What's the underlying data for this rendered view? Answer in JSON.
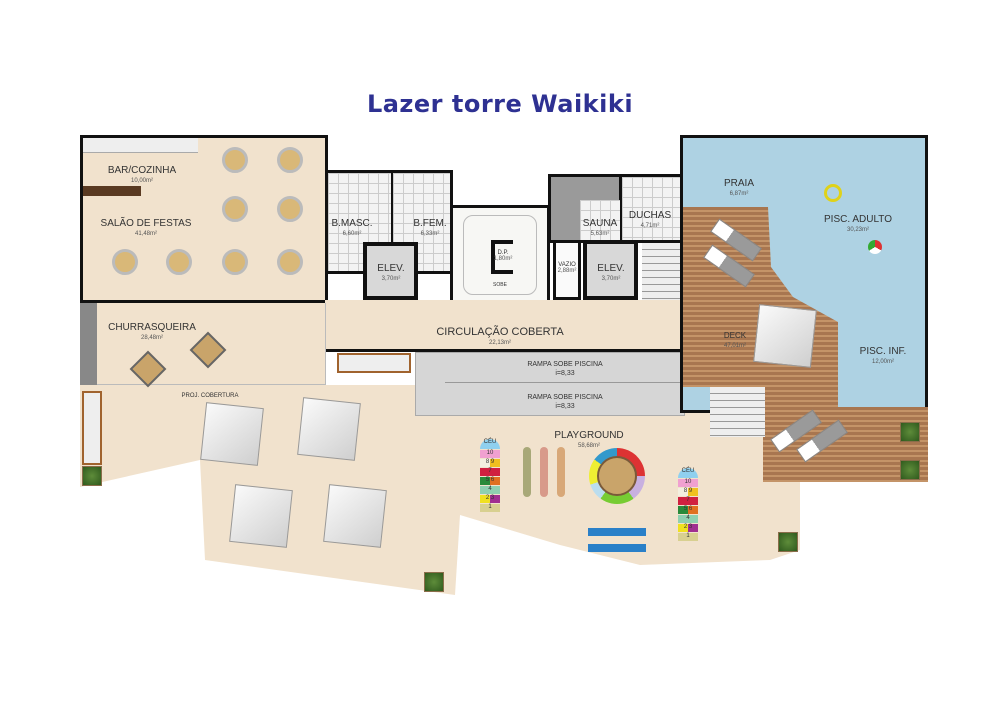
{
  "title": "Lazer torre Waikiki",
  "rooms": {
    "bar": {
      "name": "BAR/COZINHA",
      "area": "10,00m²"
    },
    "salao": {
      "name": "SALÃO DE FESTAS",
      "area": "41,48m²"
    },
    "bmasc": {
      "name": "B.MASC.",
      "area": "6,60m²"
    },
    "bfem": {
      "name": "B.FEM.",
      "area": "6,33m²"
    },
    "elev1": {
      "name": "ELEV.",
      "area": "3,70m²"
    },
    "dp": {
      "name": "D.P.",
      "area": "1,80m²"
    },
    "vazio": {
      "name": "VAZIO",
      "area": "2,88m²"
    },
    "elev2": {
      "name": "ELEV.",
      "area": "3,70m²"
    },
    "sauna": {
      "name": "SAUNA",
      "area": "5,63m²"
    },
    "duchas": {
      "name": "DUCHAS",
      "area": "4,71m²"
    },
    "praia": {
      "name": "PRAIA",
      "area": "6,87m²"
    },
    "adulto": {
      "name": "PISC. ADULTO",
      "area": "30,23m²"
    },
    "deck": {
      "name": "DECK",
      "area": "47,01m²"
    },
    "inf": {
      "name": "PISC. INF.",
      "area": "12,00m²"
    },
    "churras": {
      "name": "CHURRASQUEIRA",
      "area": "28,48m²"
    },
    "circ": {
      "name": "CIRCULAÇÃO COBERTA",
      "area": "22,13m²"
    },
    "playground": {
      "name": "PLAYGROUND",
      "area": "58,68m²"
    }
  },
  "rampa1": {
    "name": "RAMPA SOBE PISCINA",
    "slope": "i=8,33"
  },
  "rampa2": {
    "name": "RAMPA SOBE PISCINA",
    "slope": "i=8,33"
  },
  "proj": "PROJ. COBERTURA",
  "sobe": "SOBE",
  "hopscotch": [
    "CÉU",
    "10",
    "8",
    "9",
    "7",
    "5",
    "6",
    "4",
    "2",
    "3",
    "1"
  ]
}
